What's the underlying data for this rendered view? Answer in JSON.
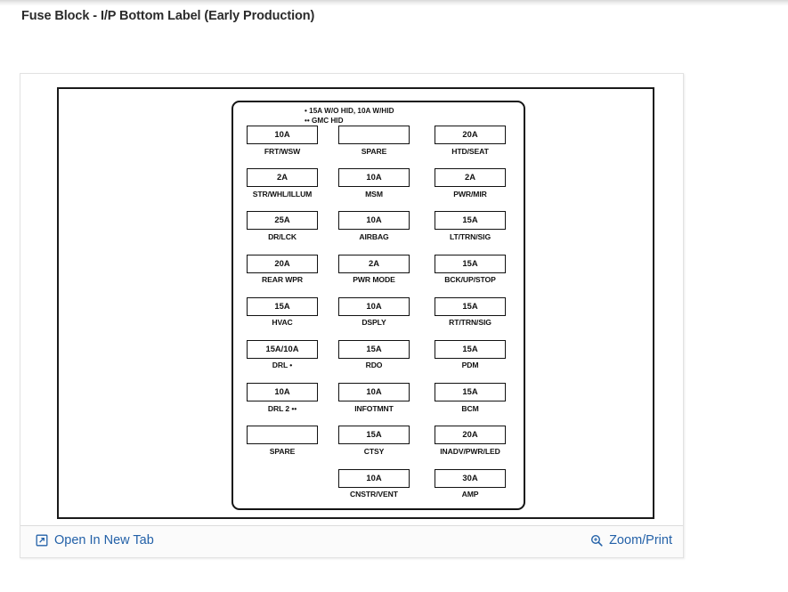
{
  "page": {
    "title": "Fuse Block - I/P Bottom Label (Early Production)"
  },
  "diagram": {
    "notes": [
      "• 15A W/O HID, 10A W/HID",
      "•• GMC HID"
    ],
    "columns": 3,
    "rows": [
      [
        {
          "amp": "10A",
          "label": "FRT/WSW"
        },
        {
          "amp": "",
          "label": "SPARE"
        },
        {
          "amp": "20A",
          "label": "HTD/SEAT"
        }
      ],
      [
        {
          "amp": "2A",
          "label": "STR/WHL/ILLUM"
        },
        {
          "amp": "10A",
          "label": "MSM"
        },
        {
          "amp": "2A",
          "label": "PWR/MIR"
        }
      ],
      [
        {
          "amp": "25A",
          "label": "DR/LCK"
        },
        {
          "amp": "10A",
          "label": "AIRBAG"
        },
        {
          "amp": "15A",
          "label": "LT/TRN/SIG"
        }
      ],
      [
        {
          "amp": "20A",
          "label": "REAR WPR"
        },
        {
          "amp": "2A",
          "label": "PWR MODE"
        },
        {
          "amp": "15A",
          "label": "BCK/UP/STOP"
        }
      ],
      [
        {
          "amp": "15A",
          "label": "HVAC"
        },
        {
          "amp": "10A",
          "label": "DSPLY"
        },
        {
          "amp": "15A",
          "label": "RT/TRN/SIG"
        }
      ],
      [
        {
          "amp": "15A/10A",
          "label": "DRL •"
        },
        {
          "amp": "15A",
          "label": "RDO"
        },
        {
          "amp": "15A",
          "label": "PDM"
        }
      ],
      [
        {
          "amp": "10A",
          "label": "DRL 2 ••"
        },
        {
          "amp": "10A",
          "label": "INFOTMNT"
        },
        {
          "amp": "15A",
          "label": "BCM"
        }
      ],
      [
        {
          "amp": "",
          "label": "SPARE"
        },
        {
          "amp": "15A",
          "label": "CTSY"
        },
        {
          "amp": "20A",
          "label": "INADV/PWR/LED"
        }
      ],
      [
        {
          "empty": true
        },
        {
          "amp": "10A",
          "label": "CNSTR/VENT"
        },
        {
          "amp": "30A",
          "label": "AMP"
        }
      ]
    ]
  },
  "footer": {
    "open_new_tab_label": "Open In New Tab",
    "open_new_tab_icon": "external-link-icon",
    "zoom_print_label": "Zoom/Print",
    "zoom_print_icon": "magnifier-plus-icon"
  },
  "colors": {
    "link": "#2361a8",
    "ink": "#111111",
    "title": "#2b2b2b",
    "panel_border": "#e2e2e2"
  }
}
